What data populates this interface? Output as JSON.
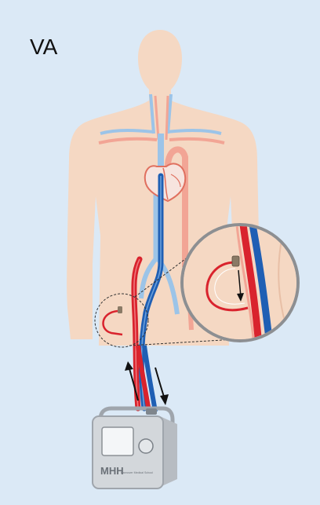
{
  "figure": {
    "mode_label": "VA",
    "device_logo": "MHH",
    "device_subtitle": "Hannover Medical School"
  },
  "colors": {
    "background": "#dbe9f6",
    "skin": "#f5d8c3",
    "artery": "#d9232d",
    "vein": "#1f5fb4",
    "light_artery": "#f2a595",
    "light_vein": "#9cc4e8",
    "device_body": "#c9cdd2",
    "device_frame": "#9fa5ac"
  },
  "icons": [
    "heart-icon",
    "cannula-tip-icon",
    "blood-flow-arrow-icon",
    "ecmo-console-icon",
    "magnifier-circle"
  ]
}
